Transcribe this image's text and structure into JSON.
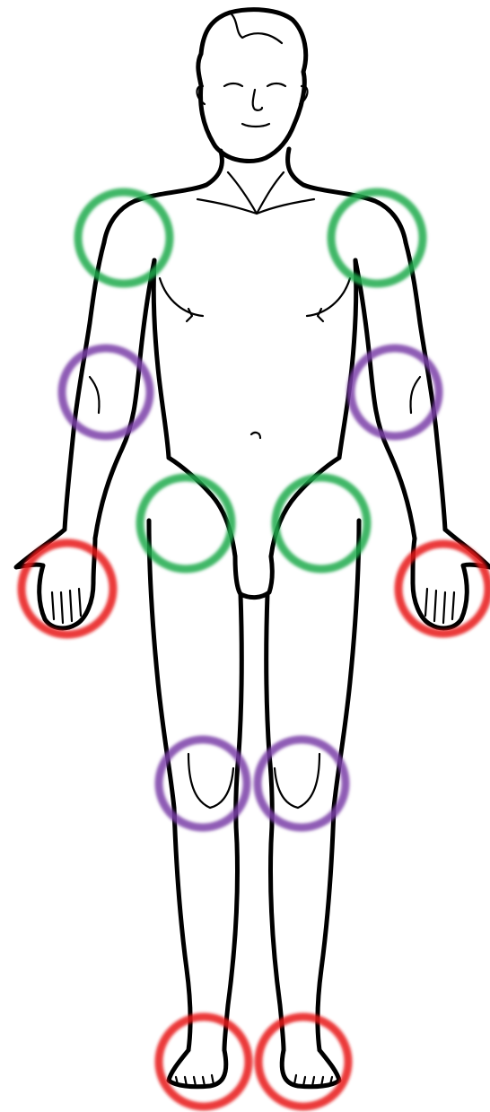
{
  "figure": "front-view-human-body",
  "colors": {
    "green": "#1faa4e",
    "purple": "#7b3fa8",
    "red": "#e8141a",
    "outline": "#000000"
  },
  "markers": [
    {
      "name": "left-shoulder-marker",
      "color": "green"
    },
    {
      "name": "right-shoulder-marker",
      "color": "green"
    },
    {
      "name": "left-elbow-marker",
      "color": "purple"
    },
    {
      "name": "right-elbow-marker",
      "color": "purple"
    },
    {
      "name": "left-hip-marker",
      "color": "green"
    },
    {
      "name": "right-hip-marker",
      "color": "green"
    },
    {
      "name": "left-wrist-hand-marker",
      "color": "red"
    },
    {
      "name": "right-wrist-hand-marker",
      "color": "red"
    },
    {
      "name": "left-knee-marker",
      "color": "purple"
    },
    {
      "name": "right-knee-marker",
      "color": "purple"
    },
    {
      "name": "left-foot-marker",
      "color": "red"
    },
    {
      "name": "right-foot-marker",
      "color": "red"
    }
  ]
}
